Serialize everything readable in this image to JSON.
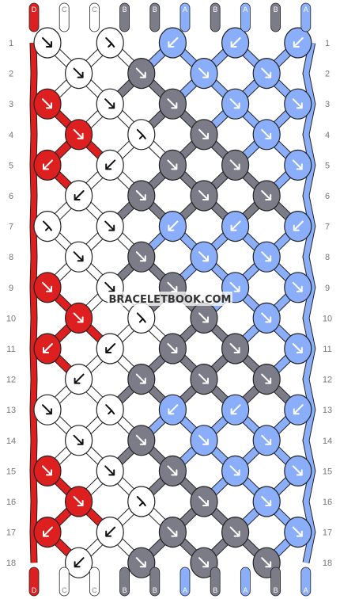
{
  "watermark": "BRACELETBOOK.COM",
  "strands": [
    "D",
    "C",
    "C",
    "B",
    "B",
    "A",
    "B",
    "A",
    "B",
    "A"
  ],
  "row_numbers": [
    "1",
    "2",
    "3",
    "4",
    "5",
    "6",
    "7",
    "8",
    "9",
    "10",
    "11",
    "12",
    "13",
    "14",
    "15",
    "16",
    "17",
    "18"
  ],
  "colors": {
    "A": "#8aaefa",
    "B": "#7b7c88",
    "C": "#ffffff",
    "D": "#dd1f1f",
    "outline": "#222222"
  },
  "knot_rows": [
    [
      "C:f",
      "C:fb",
      "A:b",
      "A:b",
      "A:b"
    ],
    [
      "C:f",
      "B:f",
      "A:f",
      "A:f"
    ],
    [
      "D:f",
      "C:f",
      "B:f",
      "A:f",
      "A:f"
    ],
    [
      "D:f",
      "C:fb",
      "B:f",
      "A:f"
    ],
    [
      "D:b",
      "C:b",
      "B:f",
      "B:f",
      "A:f"
    ],
    [
      "C:b",
      "B:f",
      "B:f",
      "B:f"
    ],
    [
      "C:fb",
      "C:f",
      "A:b",
      "A:b",
      "A:b"
    ],
    [
      "C:f",
      "B:f",
      "A:f",
      "A:f"
    ],
    [
      "D:f",
      "C:f",
      "B:f",
      "A:f",
      "A:f"
    ],
    [
      "D:f",
      "C:fb",
      "B:f",
      "A:f"
    ],
    [
      "D:b",
      "C:b",
      "B:f",
      "B:f",
      "A:f"
    ],
    [
      "C:b",
      "B:f",
      "B:f",
      "B:f"
    ],
    [
      "C:f",
      "C:fb",
      "A:b",
      "A:b",
      "A:b"
    ],
    [
      "C:f",
      "B:f",
      "A:f",
      "A:f"
    ],
    [
      "D:f",
      "C:f",
      "B:f",
      "A:f",
      "A:f"
    ],
    [
      "D:f",
      "C:fb",
      "B:f",
      "A:f"
    ],
    [
      "D:b",
      "C:b",
      "B:f",
      "B:f",
      "A:f"
    ],
    [
      "C:b",
      "B:f",
      "B:f",
      "B:f"
    ]
  ]
}
